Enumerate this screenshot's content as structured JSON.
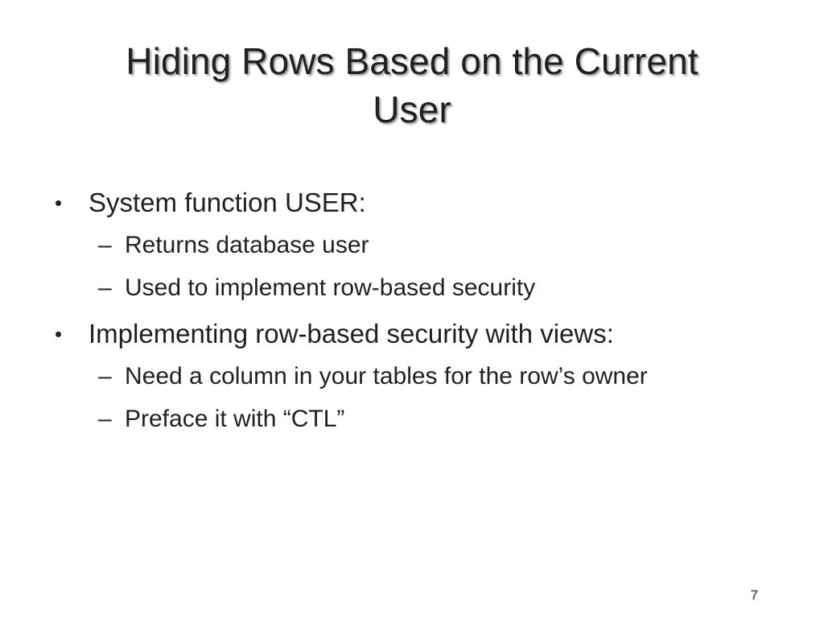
{
  "slide": {
    "title": "Hiding Rows Based on the Current User",
    "title_lines": [
      "Hiding Rows Based on the Current",
      "User"
    ],
    "page_number": "7",
    "text_color": "#231f20",
    "background_color": "#ffffff",
    "shadow_color": "#787878",
    "bullets": [
      {
        "level": 1,
        "marker": "•",
        "text": "System function USER:"
      },
      {
        "level": 2,
        "marker": "–",
        "text": "Returns database user"
      },
      {
        "level": 2,
        "marker": "–",
        "text": "Used to implement row-based security"
      },
      {
        "level": 1,
        "marker": "•",
        "text": "Implementing row-based security with views:"
      },
      {
        "level": 2,
        "marker": "–",
        "text": "Need a column in your tables for the row’s owner"
      },
      {
        "level": 2,
        "marker": "–",
        "text": "Preface it with “CTL”"
      }
    ]
  }
}
